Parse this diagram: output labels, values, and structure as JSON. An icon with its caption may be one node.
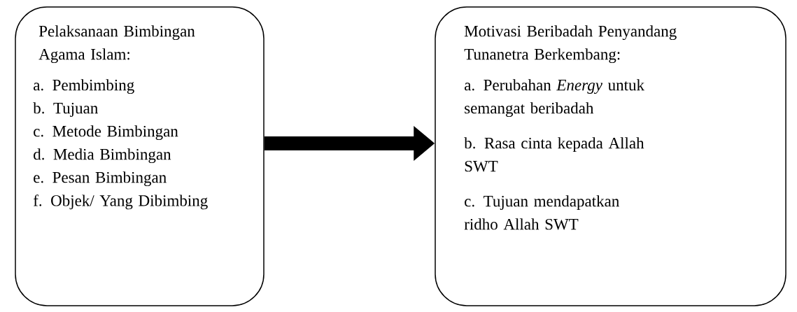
{
  "diagram": {
    "nodes": [
      {
        "text": [
          "Pelaksanaan Bimbingan Agama Islam:",
          "a. Pembimbing",
          "b. Tujuan",
          "c. Metode Bimbingan",
          "d. Media Bimbingan",
          "e. Pesan Bimbingan",
          "f. Objek/ Yang Dibimbing"
        ]
      },
      {
        "text": [
          "Motivasi Beribadah Penyandang Tunanetra Berkembang:",
          "a. Perubahan *Energy* untuk semangat beribadah",
          "b. Rasa cinta kepada Allah SWT",
          "c. Tujuan mendapatkan ridho Allah SWT"
        ]
      }
    ],
    "edges": [
      {
        "from": 0,
        "to": 1,
        "arrow": "to"
      }
    ]
  }
}
